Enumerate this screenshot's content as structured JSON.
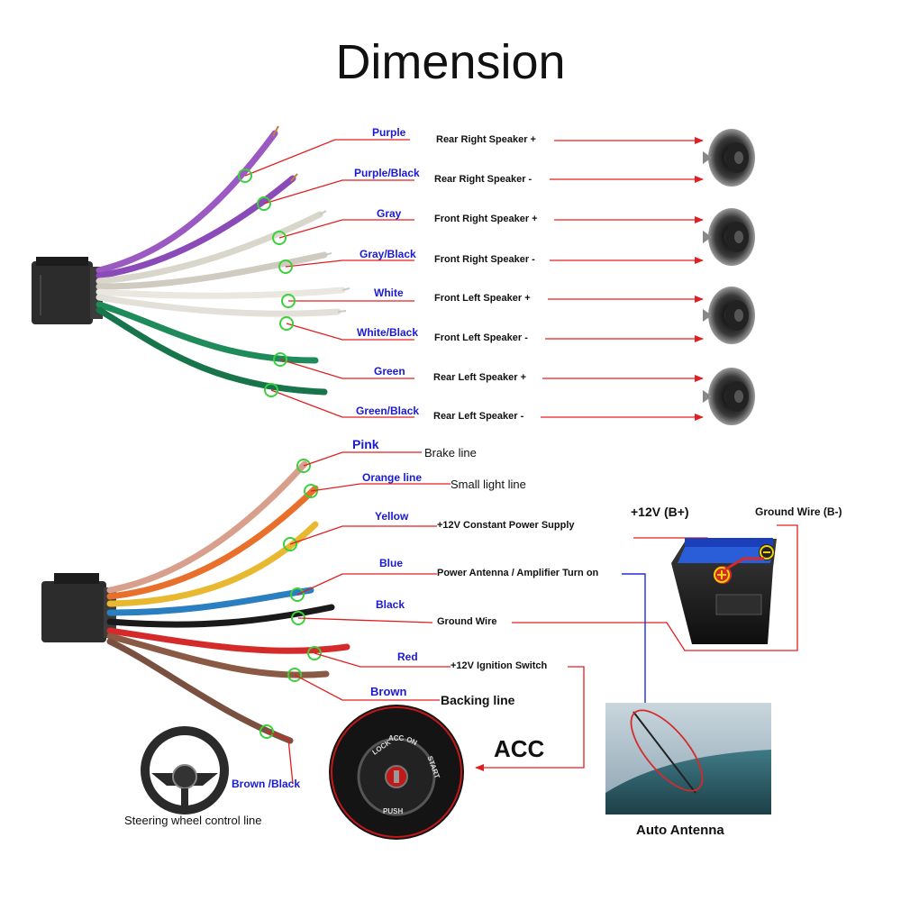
{
  "title": "Dimension",
  "speaker_wires": [
    {
      "color_label": "Purple",
      "function": "Rear Right Speaker +",
      "wire_color": "#9b59c2"
    },
    {
      "color_label": "Purple/Black",
      "function": "Rear Right Speaker -",
      "wire_color": "#8a4ab8"
    },
    {
      "color_label": "Gray",
      "function": "Front Right Speaker +",
      "wire_color": "#d9d6cc"
    },
    {
      "color_label": "Gray/Black",
      "function": "Front Right Speaker -",
      "wire_color": "#cfcbc0"
    },
    {
      "color_label": "White",
      "function": "Front Left Speaker +",
      "wire_color": "#e9e7e0"
    },
    {
      "color_label": "White/Black",
      "function": "Front Left Speaker -",
      "wire_color": "#e2e0d8"
    },
    {
      "color_label": "Green",
      "function": "Rear Left Speaker +",
      "wire_color": "#1f8a5a"
    },
    {
      "color_label": "Green/Black",
      "function": "Rear Left Speaker -",
      "wire_color": "#17744b"
    }
  ],
  "power_wires": [
    {
      "color_label": "Pink",
      "function": "Brake line",
      "wire_color": "#d8a08c"
    },
    {
      "color_label": "Orange line",
      "function": "Small light line",
      "wire_color": "#e8702a"
    },
    {
      "color_label": "Yellow",
      "function": "+12V Constant Power Supply",
      "wire_color": "#e8b830"
    },
    {
      "color_label": "Blue",
      "function": "Power Antenna / Amplifier Turn on",
      "wire_color": "#2a7fc0"
    },
    {
      "color_label": "Black",
      "function": "Ground Wire",
      "wire_color": "#1a1a1a"
    },
    {
      "color_label": "Red",
      "function": "+12V  Ignition Switch",
      "wire_color": "#d42a2a"
    },
    {
      "color_label": "Brown",
      "function": "Backing line",
      "wire_color": "#8a5a44"
    },
    {
      "color_label": "Brown /Black",
      "function": "Steering wheel control line",
      "wire_color": "#7a5040"
    }
  ],
  "battery": {
    "plus_label": "+12V  (B+)",
    "ground_label": "Ground Wire (B-)"
  },
  "acc_label": "ACC",
  "ignition_key_labels": [
    "LOCK",
    "ACC",
    "ON",
    "START",
    "PUSH"
  ],
  "antenna_label": "Auto Antenna",
  "colors": {
    "leader": "#e02020",
    "marker": "#3ad13a",
    "label_blue": "#1a1ad6",
    "antenna_arrow": "#1f2fd6"
  }
}
